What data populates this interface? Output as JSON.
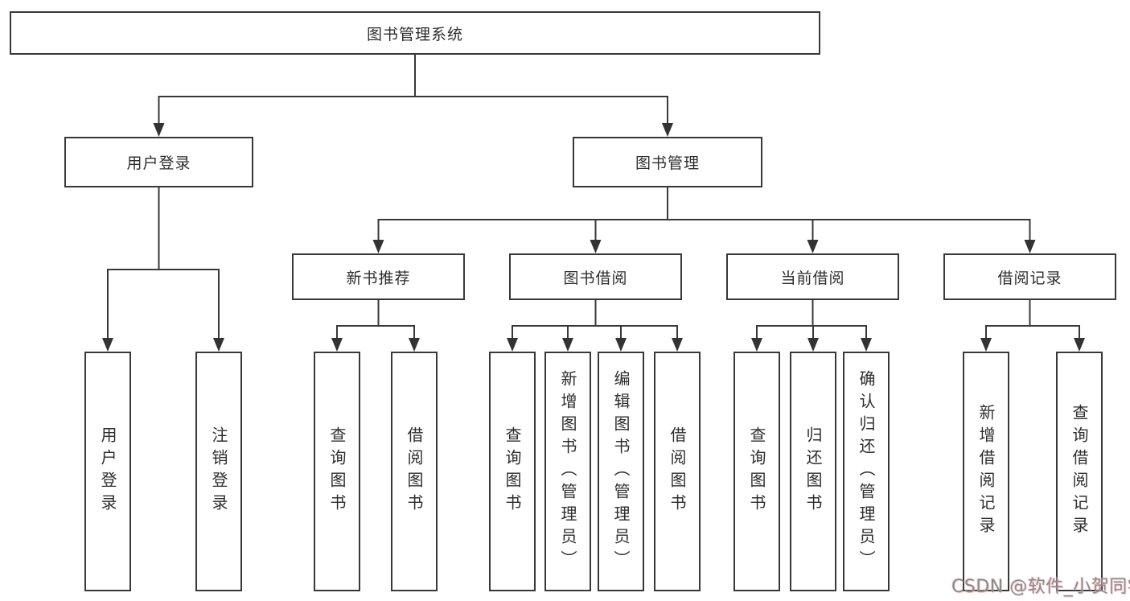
{
  "tree": {
    "root": {
      "label": "图书管理系统"
    },
    "branches": [
      {
        "label": "用户登录",
        "children": [
          {
            "label": "用户登录"
          },
          {
            "label": "注销登录"
          }
        ]
      },
      {
        "label": "图书管理",
        "children": [
          {
            "label": "新书推荐",
            "children": [
              {
                "label": "查询图书"
              },
              {
                "label": "借阅图书"
              }
            ]
          },
          {
            "label": "图书借阅",
            "children": [
              {
                "label": "查询图书"
              },
              {
                "label": "新增图书（管理员）"
              },
              {
                "label": "编辑图书（管理员）"
              },
              {
                "label": "借阅图书"
              }
            ]
          },
          {
            "label": "当前借阅",
            "children": [
              {
                "label": "查询图书"
              },
              {
                "label": "归还图书"
              },
              {
                "label": "确认归还（管理员）"
              }
            ]
          },
          {
            "label": "借阅记录",
            "children": [
              {
                "label": "新增借阅记录"
              },
              {
                "label": "查询借阅记录"
              }
            ]
          }
        ]
      }
    ]
  },
  "watermark": {
    "text": "CSDN @软件_小贺同学"
  },
  "colors": {
    "line": "#383838",
    "box_border": "#383838",
    "text": "#2d2d2d",
    "watermark": "#8e8a8b",
    "background": "#ffffff"
  }
}
